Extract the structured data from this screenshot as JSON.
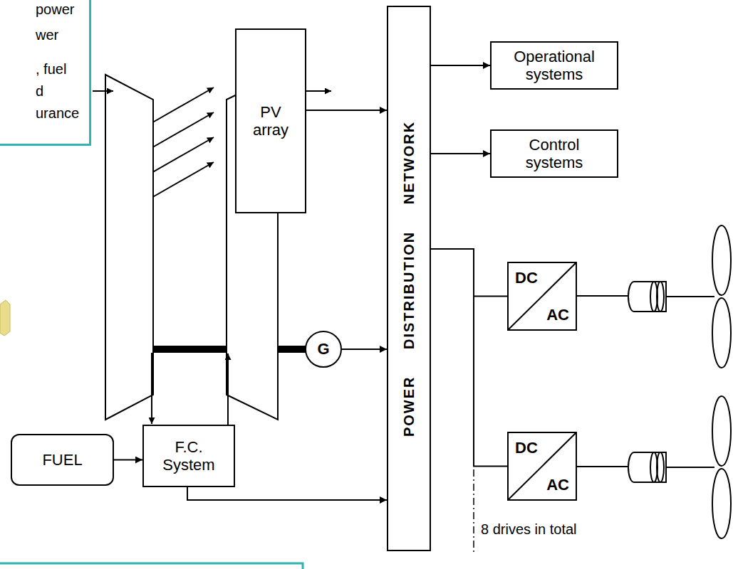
{
  "diagram": {
    "nodes": [
      {
        "text": [
          "power",
          "wer",
          ", fuel",
          "d",
          "urance"
        ]
      },
      {
        "text": [
          "PV array"
        ]
      },
      {
        "text": [
          "POWER DISTRIBUTION NETWORK"
        ]
      },
      {
        "text": [
          "Operational systems"
        ]
      },
      {
        "text": [
          "Control systems"
        ]
      },
      {
        "text": [
          "DC",
          "AC"
        ]
      },
      {
        "text": [
          "DC",
          "AC"
        ]
      },
      {
        "text": [
          "G"
        ]
      },
      {
        "text": [
          "FUEL"
        ]
      },
      {
        "text": [
          "F.C. System"
        ]
      }
    ],
    "edges": [
      {
        "from": 1,
        "to": 2,
        "arrow": "to"
      },
      {
        "from": 2,
        "to": 3,
        "arrow": "to"
      },
      {
        "from": 2,
        "to": 4,
        "arrow": "to"
      },
      {
        "from": 2,
        "to": 5,
        "arrow": "none"
      },
      {
        "from": 2,
        "to": 6,
        "arrow": "none"
      },
      {
        "from": 7,
        "to": 2,
        "arrow": "to"
      },
      {
        "from": 8,
        "to": 9,
        "arrow": "to"
      },
      {
        "from": 9,
        "to": 2,
        "arrow": "to"
      }
    ],
    "labels": [
      "8 drives in total"
    ]
  }
}
